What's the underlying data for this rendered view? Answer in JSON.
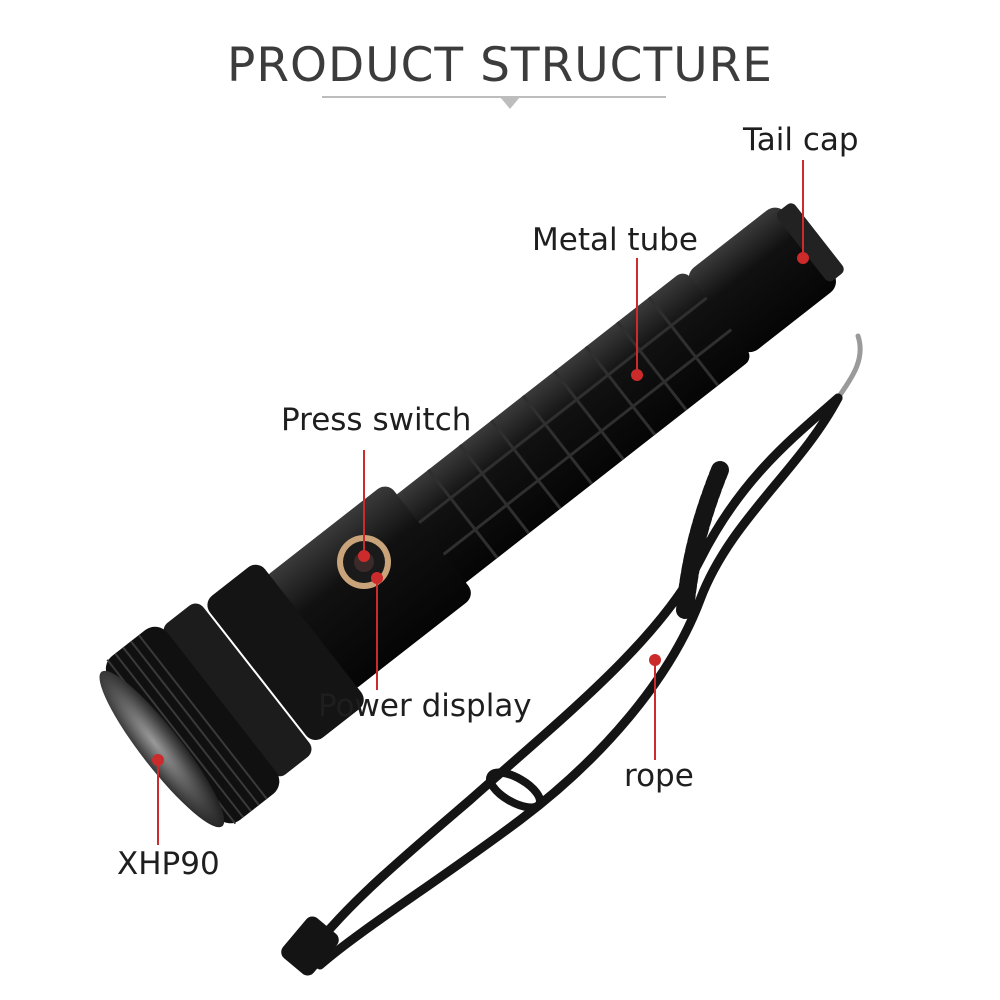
{
  "title": "PRODUCT STRUCTURE",
  "labels": {
    "tail_cap": "Tail cap",
    "metal_tube": "Metal tube",
    "press_switch": "Press switch",
    "power_display": "Power display",
    "rope": "rope",
    "led": "XHP90"
  },
  "colors": {
    "leader_line": "#cc2b2b",
    "body": "#161616"
  }
}
